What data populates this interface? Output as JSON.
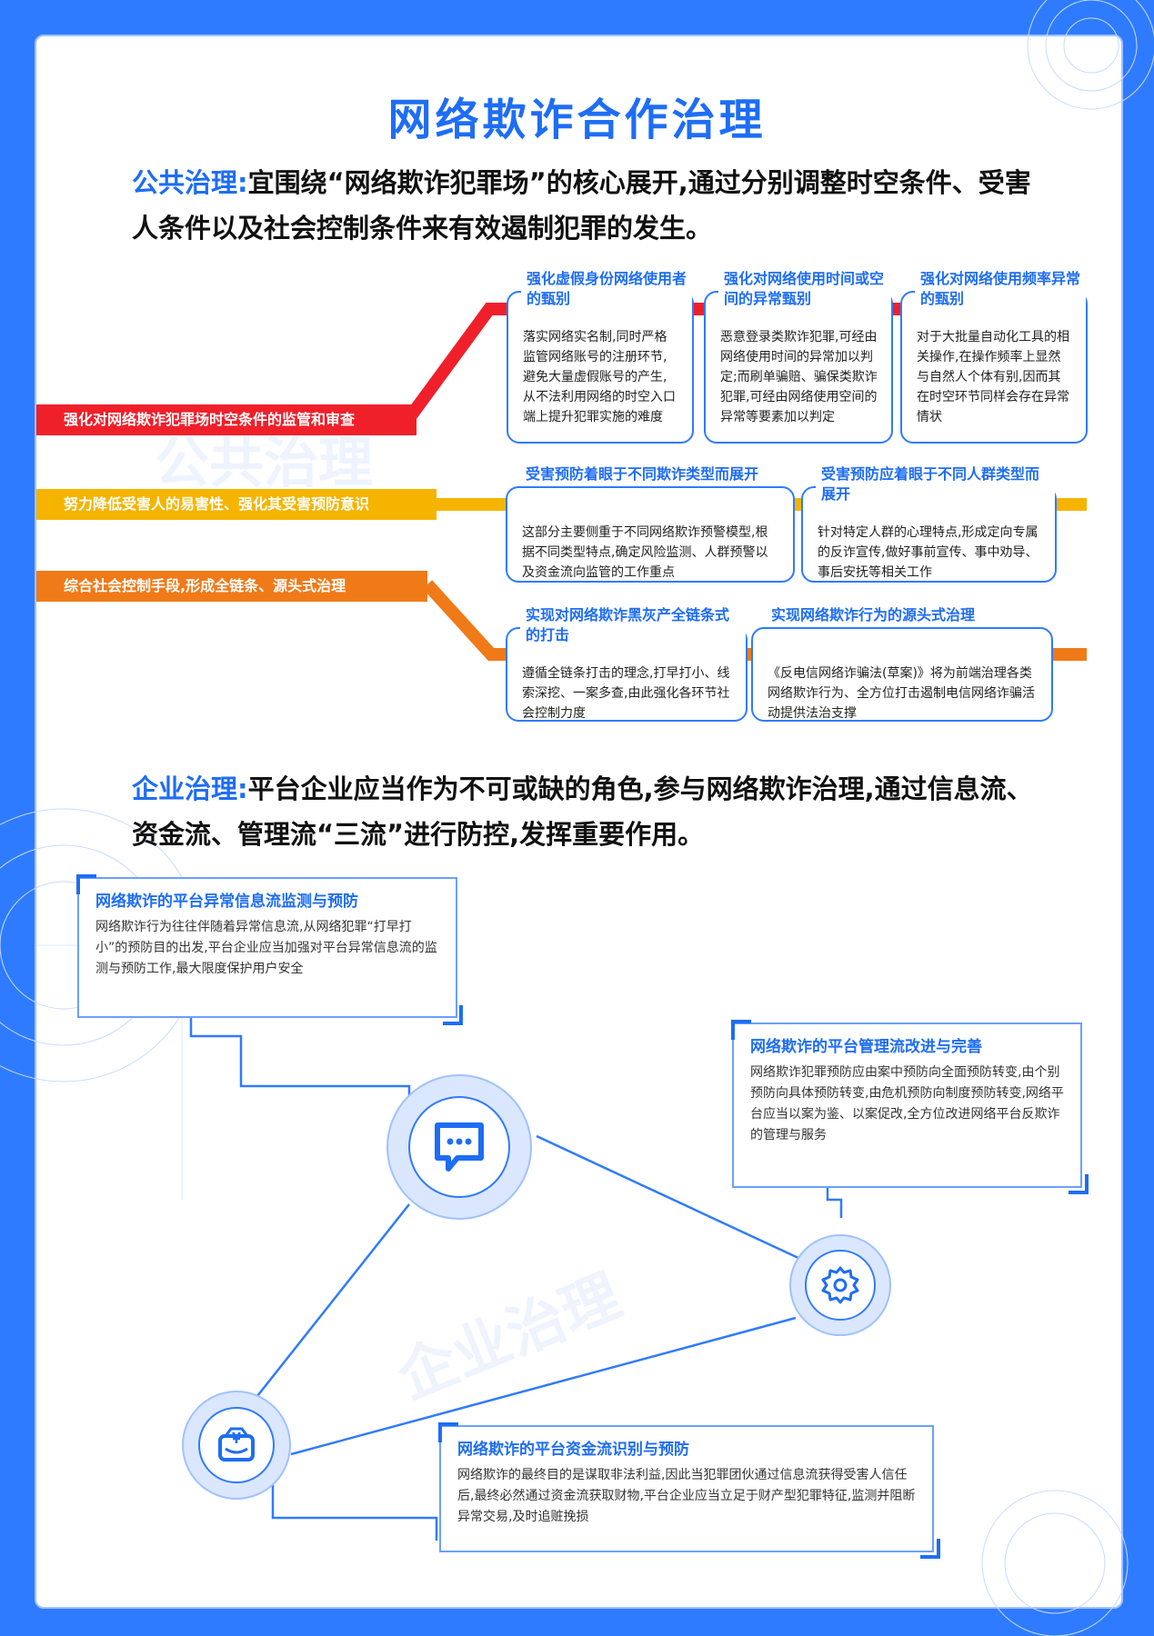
{
  "title": "网络欺诈合作治理",
  "public": {
    "label": "公共治理:",
    "text": "宜围绕“网络欺诈犯罪场”的核心展开,通过分别调整时空条件、受害人条件以及社会控制条件来有效遏制犯罪的发生。",
    "watermark": "公共治理",
    "bands": [
      {
        "text": "强化对网络欺诈犯罪场时空条件的监管和审查",
        "color": "#f0202a"
      },
      {
        "text": "努力降低受害人的易害性、强化其受害预防意识",
        "color": "#f5b400"
      },
      {
        "text": "综合社会控制手段,形成全链条、源头式治理",
        "color": "#f07a18"
      }
    ],
    "cards": [
      {
        "title": "强化虚假身份网络使用者的甄别",
        "body": "落实网络实名制,同时严格监管网络账号的注册环节,避免大量虚假账号的产生,从不法利用网络的时空入口端上提升犯罪实施的难度"
      },
      {
        "title": "强化对网络使用时间或空间的异常甄别",
        "body": "恶意登录类欺诈犯罪,可经由网络使用时间的异常加以判定;而刷单骗赔、骗保类欺诈犯罪,可经由网络使用空间的异常等要素加以判定"
      },
      {
        "title": "强化对网络使用频率异常的甄别",
        "body": "对于大批量自动化工具的相关操作,在操作频率上显然与自然人个体有别,因而其在时空环节同样会存在异常情状"
      },
      {
        "title": "受害预防着眼于不同欺诈类型而展开",
        "body": "这部分主要侧重于不同网络欺诈预警模型,根据不同类型特点,确定风险监测、人群预警以及资金流向监管的工作重点"
      },
      {
        "title": "受害预防应着眼于不同人群类型而展开",
        "body": "针对特定人群的心理特点,形成定向专属的反诈宣传,做好事前宣传、事中劝导、事后安抚等相关工作"
      },
      {
        "title": "实现对网络欺诈黑灰产全链条式的打击",
        "body": "遵循全链条打击的理念,打早打小、线索深挖、一案多查,由此强化各环节社会控制力度"
      },
      {
        "title": "实现网络欺诈行为的源头式治理",
        "body": "《反电信网络诈骗法(草案)》将为前端治理各类网络欺诈行为、全方位打击遏制电信网络诈骗活动提供法治支撑"
      }
    ]
  },
  "enterprise": {
    "label": "企业治理:",
    "text": "平台企业应当作为不可或缺的角色,参与网络欺诈治理,通过信息流、资金流、管理流“三流”进行防控,发挥重要作用。",
    "watermark": "企业治理",
    "boxes": [
      {
        "title": "网络欺诈的平台异常信息流监测与预防",
        "body": "网络欺诈行为往往伴随着异常信息流,从网络犯罪“打早打小”的预防目的出发,平台企业应当加强对平台异常信息流的监测与预防工作,最大限度保护用户安全"
      },
      {
        "title": "网络欺诈的平台管理流改进与完善",
        "body": "网络欺诈犯罪预防应由案中预防向全面预防转变,由个别预防向具体预防转变,由危机预防向制度预防转变,网络平台应当以案为鉴、以案促改,全方位改进网络平台反欺诈的管理与服务"
      },
      {
        "title": "网络欺诈的平台资金流识别与预防",
        "body": "网络欺诈的最终目的是谋取非法利益,因此当犯罪团伙通过信息流获得受害人信任后,最终必然通过资金流获取财物,平台企业应当立足于财产型犯罪特征,监测并阻断异常交易,及时追赃挽损"
      }
    ],
    "icons": [
      "chat-icon",
      "gear-icon",
      "wallet-yuan-icon"
    ]
  }
}
